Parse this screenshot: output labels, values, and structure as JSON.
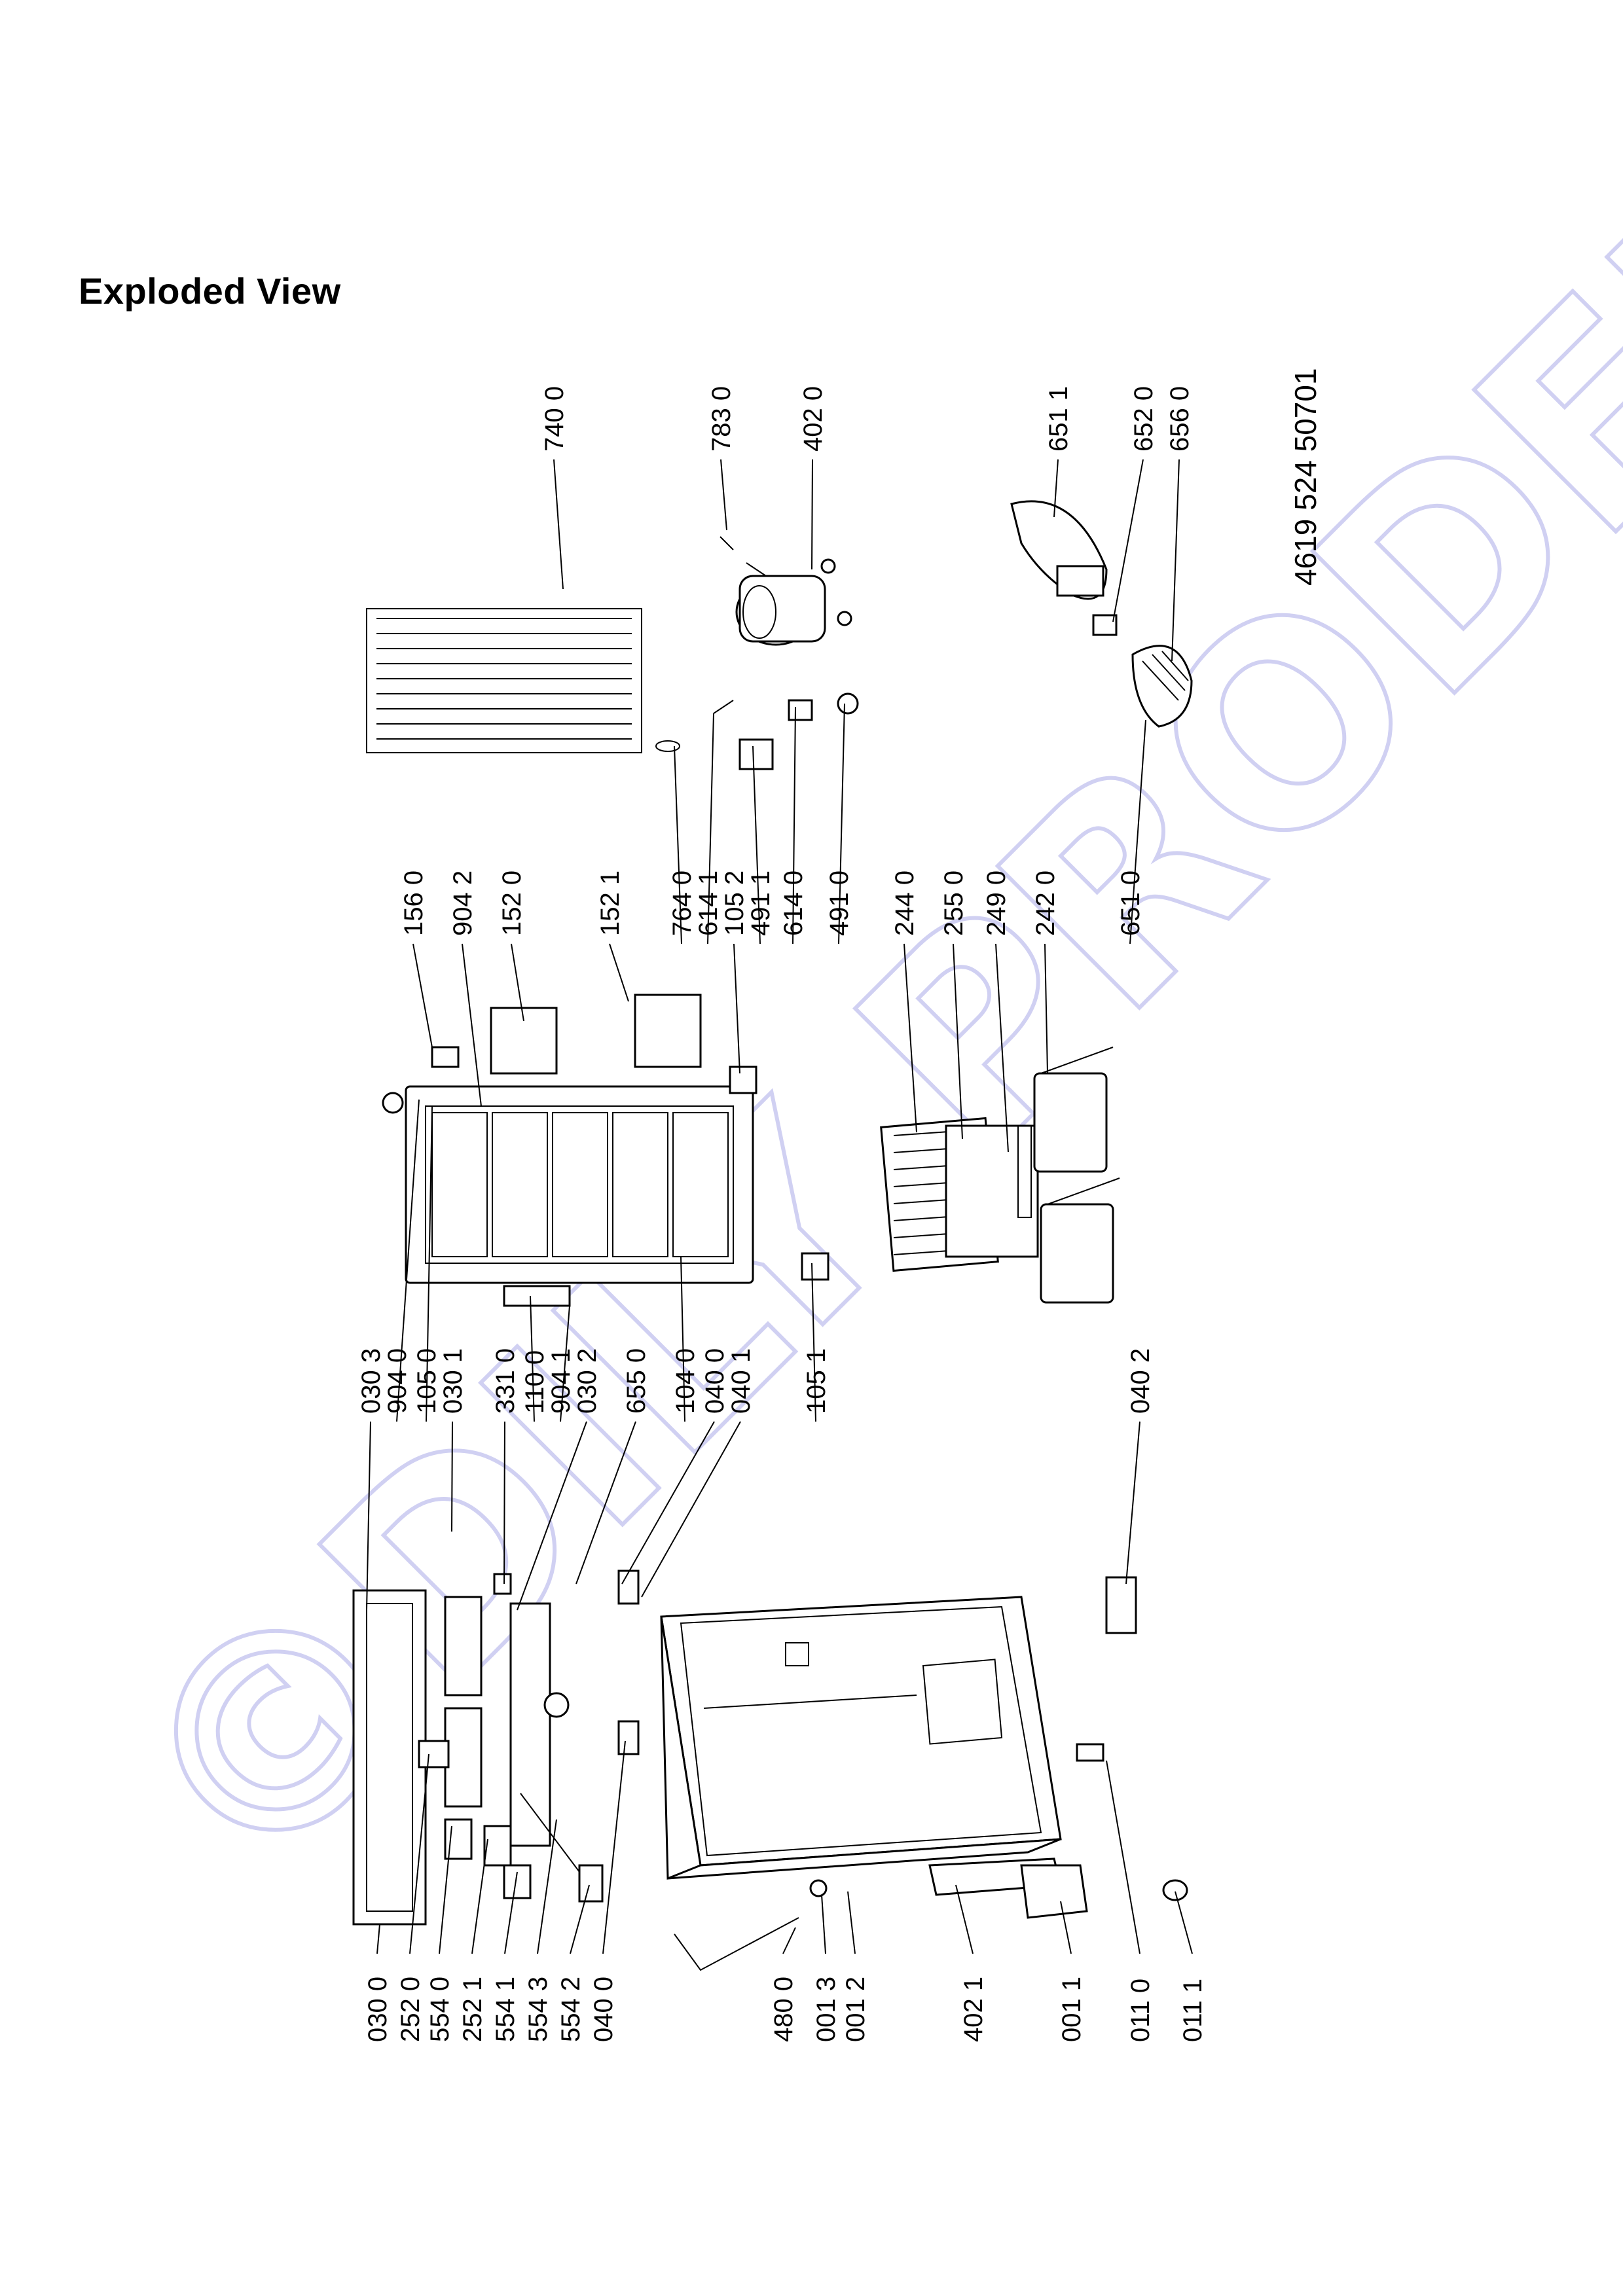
{
  "title": "Exploded View",
  "document_number": "4619 524 50701",
  "watermark": "©DILY PRODEJ.cz",
  "labels": [
    "740 0",
    "783 0",
    "402 0",
    "651 1",
    "652 0",
    "656 0",
    "156 0",
    "904 2",
    "152 0",
    "152 1",
    "764 0",
    "614 1",
    "105 2",
    "491 1",
    "614 0",
    "491 0",
    "244 0",
    "255 0",
    "249 0",
    "242 0",
    "651 0",
    "030 3",
    "904 0",
    "105 0",
    "030 1",
    "331 0",
    "110 0",
    "904 1",
    "030 2",
    "655 0",
    "104 0",
    "040 0",
    "040 1",
    "105 1",
    "040 2",
    "030 0",
    "252 0",
    "554 0",
    "252 1",
    "554 1",
    "554 3",
    "554 2",
    "040 0",
    "480 0",
    "001 3",
    "001 2",
    "402 1",
    "001 1",
    "011 0",
    "011 1"
  ]
}
